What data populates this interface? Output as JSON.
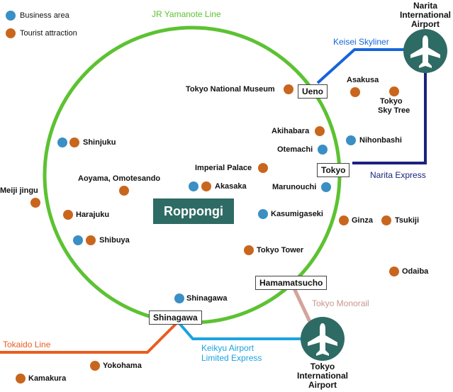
{
  "colors": {
    "business": "#3a8fc4",
    "tourist": "#c9661d",
    "yamanote": "#5cc232",
    "keisei": "#1565d8",
    "narita_express": "#1a237e",
    "tokaido": "#e85d20",
    "keikyu": "#1aa3e0",
    "monorail": "#d4a49c",
    "airport": "#2e6b64"
  },
  "legend": {
    "business": "Business area",
    "tourist": "Tourist attraction"
  },
  "lines": {
    "yamanote": "JR Yamanote Line",
    "keisei": "Keisei Skyliner",
    "narita_express": "Narita Express",
    "tokaido": "Tokaido Line",
    "keikyu_1": "Keikyu Airport",
    "keikyu_2": "Limited Express",
    "monorail": "Tokyo Monorail"
  },
  "stations": {
    "ueno": "Ueno",
    "tokyo": "Tokyo",
    "hamamatsucho": "Hamamatsucho",
    "shinagawa": "Shinagawa"
  },
  "airports": {
    "narita": [
      "Narita",
      "International",
      "Airport"
    ],
    "haneda": [
      "Tokyo",
      "International",
      "Airport"
    ]
  },
  "center": "Roppongi",
  "places": {
    "tokyo_national_museum": "Tokyo National Museum",
    "asakusa": "Asakusa",
    "sky_tree_1": "Tokyo",
    "sky_tree_2": "Sky Tree",
    "akihabara": "Akihabara",
    "nihonbashi": "Nihonbashi",
    "otemachi": "Otemachi",
    "imperial_palace": "Imperial Palace",
    "marunouchi": "Marunouchi",
    "shinjuku": "Shinjuku",
    "aoyama": "Aoyama, Omotesando",
    "akasaka": "Akasaka",
    "meiji": "Meiji jingu",
    "harajuku": "Harajuku",
    "kasumigaseki": "Kasumigaseki",
    "ginza": "Ginza",
    "tsukiji": "Tsukiji",
    "shibuya": "Shibuya",
    "tokyo_tower": "Tokyo Tower",
    "odaiba": "Odaiba",
    "shinagawa_area": "Shinagawa",
    "yokohama": "Yokohama",
    "kamakura": "Kamakura"
  }
}
